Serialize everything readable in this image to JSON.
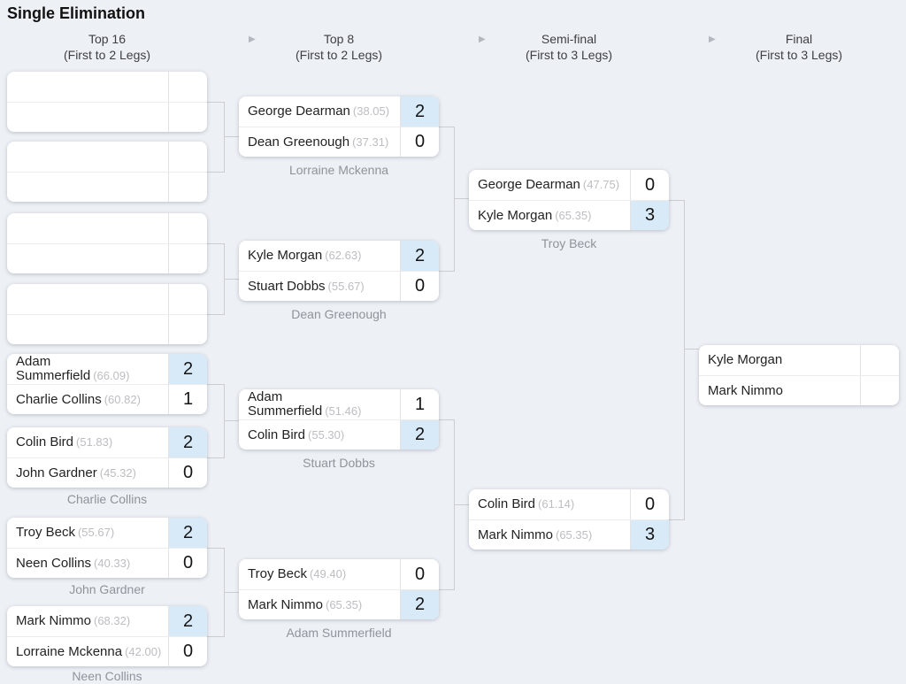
{
  "title": "Single Elimination",
  "icons": {
    "round_arrow": "▶"
  },
  "colors": {
    "background": "#edf0f5",
    "winner_score_bg": "#d8eaf8",
    "connector": "#cbcdd1"
  },
  "rounds": [
    {
      "label": "Top 16",
      "sublabel": "(First to 2 Legs)"
    },
    {
      "label": "Top 8",
      "sublabel": "(First to 2 Legs)"
    },
    {
      "label": "Semi-final",
      "sublabel": "(First to 3 Legs)"
    },
    {
      "label": "Final",
      "sublabel": "(First to 3 Legs)"
    }
  ],
  "matches": [
    {
      "round": "Top 16",
      "p1": {
        "name": "",
        "avg": "",
        "score": "",
        "winner": false
      },
      "p2": {
        "name": "",
        "avg": "",
        "score": "",
        "winner": false
      },
      "marker": ""
    },
    {
      "round": "Top 16",
      "p1": {
        "name": "",
        "avg": "",
        "score": "",
        "winner": false
      },
      "p2": {
        "name": "",
        "avg": "",
        "score": "",
        "winner": false
      },
      "marker": ""
    },
    {
      "round": "Top 16",
      "p1": {
        "name": "",
        "avg": "",
        "score": "",
        "winner": false
      },
      "p2": {
        "name": "",
        "avg": "",
        "score": "",
        "winner": false
      },
      "marker": ""
    },
    {
      "round": "Top 16",
      "p1": {
        "name": "",
        "avg": "",
        "score": "",
        "winner": false
      },
      "p2": {
        "name": "",
        "avg": "",
        "score": "",
        "winner": false
      },
      "marker": ""
    },
    {
      "round": "Top 16",
      "p1": {
        "name": "Adam Summerfield",
        "avg": "(66.09)",
        "score": "2",
        "winner": true
      },
      "p2": {
        "name": "Charlie Collins",
        "avg": "(60.82)",
        "score": "1",
        "winner": false
      },
      "marker": ""
    },
    {
      "round": "Top 16",
      "p1": {
        "name": "Colin Bird",
        "avg": "(51.83)",
        "score": "2",
        "winner": true
      },
      "p2": {
        "name": "John Gardner",
        "avg": "(45.32)",
        "score": "0",
        "winner": false
      },
      "marker": "Charlie Collins"
    },
    {
      "round": "Top 16",
      "p1": {
        "name": "Troy Beck",
        "avg": "(55.67)",
        "score": "2",
        "winner": true
      },
      "p2": {
        "name": "Neen Collins",
        "avg": "(40.33)",
        "score": "0",
        "winner": false
      },
      "marker": "John Gardner"
    },
    {
      "round": "Top 16",
      "p1": {
        "name": "Mark Nimmo",
        "avg": "(68.32)",
        "score": "2",
        "winner": true
      },
      "p2": {
        "name": "Lorraine Mckenna",
        "avg": "(42.00)",
        "score": "0",
        "winner": false
      },
      "marker": "Neen Collins"
    },
    {
      "round": "Top 8",
      "p1": {
        "name": "George Dearman",
        "avg": "(38.05)",
        "score": "2",
        "winner": true
      },
      "p2": {
        "name": "Dean Greenough",
        "avg": "(37.31)",
        "score": "0",
        "winner": false
      },
      "marker": "Lorraine Mckenna"
    },
    {
      "round": "Top 8",
      "p1": {
        "name": "Kyle Morgan",
        "avg": "(62.63)",
        "score": "2",
        "winner": true
      },
      "p2": {
        "name": "Stuart Dobbs",
        "avg": "(55.67)",
        "score": "0",
        "winner": false
      },
      "marker": "Dean Greenough"
    },
    {
      "round": "Top 8",
      "p1": {
        "name": "Adam Summerfield",
        "avg": "(51.46)",
        "score": "1",
        "winner": false
      },
      "p2": {
        "name": "Colin Bird",
        "avg": "(55.30)",
        "score": "2",
        "winner": true
      },
      "marker": "Stuart Dobbs"
    },
    {
      "round": "Top 8",
      "p1": {
        "name": "Troy Beck",
        "avg": "(49.40)",
        "score": "0",
        "winner": false
      },
      "p2": {
        "name": "Mark Nimmo",
        "avg": "(65.35)",
        "score": "2",
        "winner": true
      },
      "marker": "Adam Summerfield"
    },
    {
      "round": "Semi-final",
      "p1": {
        "name": "George Dearman",
        "avg": "(47.75)",
        "score": "0",
        "winner": false
      },
      "p2": {
        "name": "Kyle Morgan",
        "avg": "(65.35)",
        "score": "3",
        "winner": true
      },
      "marker": "Troy Beck"
    },
    {
      "round": "Semi-final",
      "p1": {
        "name": "Colin Bird",
        "avg": "(61.14)",
        "score": "0",
        "winner": false
      },
      "p2": {
        "name": "Mark Nimmo",
        "avg": "(65.35)",
        "score": "3",
        "winner": true
      },
      "marker": ""
    },
    {
      "round": "Final",
      "p1": {
        "name": "Kyle Morgan",
        "avg": "",
        "score": "",
        "winner": false
      },
      "p2": {
        "name": "Mark Nimmo",
        "avg": "",
        "score": "",
        "winner": false
      },
      "marker": ""
    }
  ]
}
